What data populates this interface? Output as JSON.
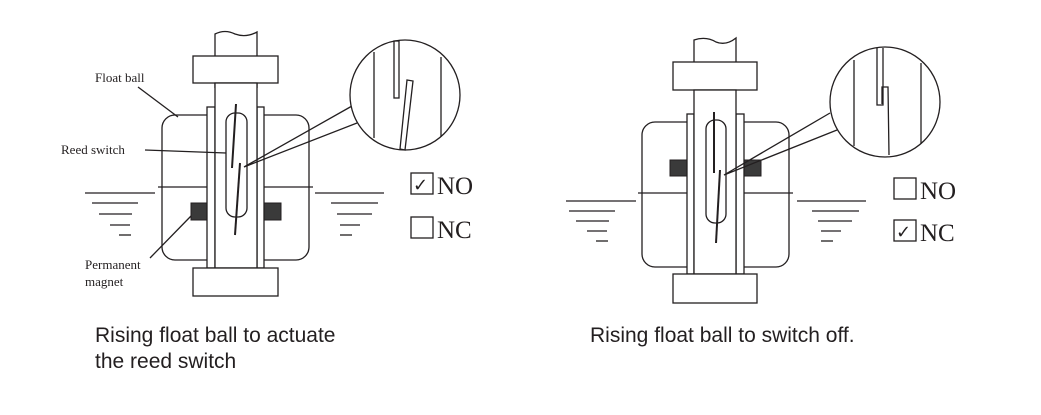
{
  "left": {
    "labels": {
      "float_ball": "Float ball",
      "reed_switch": "Reed switch",
      "permanent_magnet_1": "Permanent",
      "permanent_magnet_2": "magnet"
    },
    "options": [
      {
        "label": "NO",
        "checked": true
      },
      {
        "label": "NC",
        "checked": false
      }
    ],
    "caption_line1": "Rising float ball to actuate",
    "caption_line2": "the reed switch"
  },
  "right": {
    "options": [
      {
        "label": "NO",
        "checked": false
      },
      {
        "label": "NC",
        "checked": true
      }
    ],
    "caption": "Rising float ball to switch off."
  },
  "check_glyph": "✓"
}
